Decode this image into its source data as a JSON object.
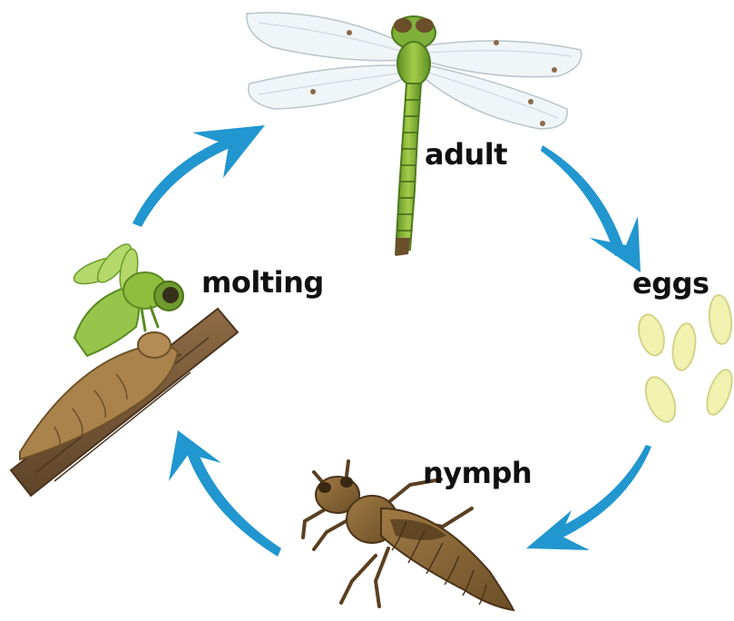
{
  "stages": {
    "adult": "adult",
    "eggs": "eggs",
    "nymph": "nymph",
    "molting": "molting"
  },
  "colors": {
    "arrow": "#2196cf",
    "dragonfly_green": "#86b23a",
    "wing": "#eef4f7",
    "egg": "#f2f2b0",
    "nymph_brown": "#8c6a3a",
    "exuvia_brown": "#a9824c",
    "branch": "#7a5a37"
  },
  "icons": [
    "dragonfly-adult-icon",
    "eggs-icon",
    "nymph-icon",
    "molting-dragonfly-icon",
    "cycle-arrow-icon"
  ]
}
